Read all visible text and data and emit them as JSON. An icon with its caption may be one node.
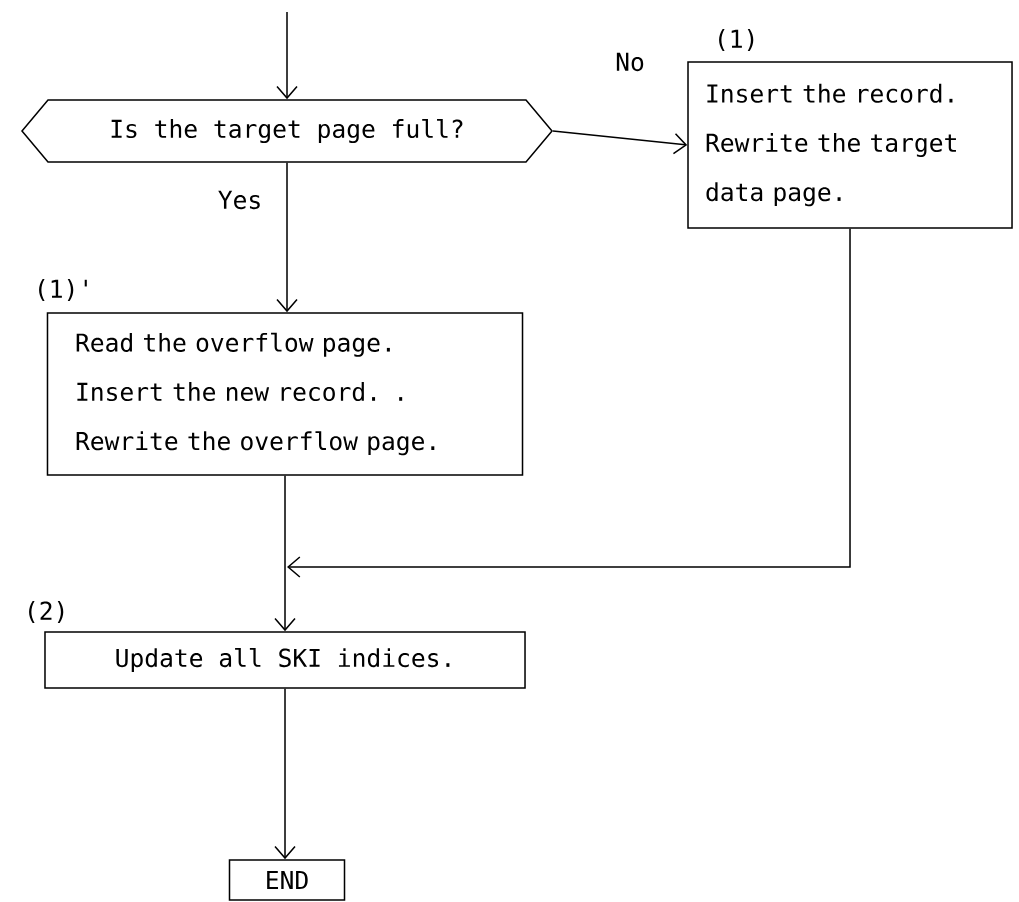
{
  "diagram": {
    "nodes": [
      {
        "text": [
          "Is the target page full?"
        ]
      },
      {
        "text": [
          "(1)",
          "Insert the record. Rewrite the target data page."
        ]
      },
      {
        "text": [
          "(1)'",
          "Read the overflow page. Insert the new record. . Rewrite the overflow page."
        ]
      },
      {
        "text": [
          "(2)",
          "Update all SKI indices."
        ]
      },
      {
        "text": [
          "END"
        ]
      }
    ],
    "edges": [
      {
        "from": null,
        "to": 0,
        "arrow": "to"
      },
      {
        "from": 0,
        "to": 1,
        "arrow": "to",
        "label": "No"
      },
      {
        "from": 0,
        "to": 2,
        "arrow": "to",
        "label": "Yes"
      },
      {
        "from": 2,
        "to": 3,
        "arrow": "to"
      },
      {
        "from": 1,
        "to": 3,
        "arrow": "to"
      },
      {
        "from": 3,
        "to": 4,
        "arrow": "to"
      }
    ]
  }
}
